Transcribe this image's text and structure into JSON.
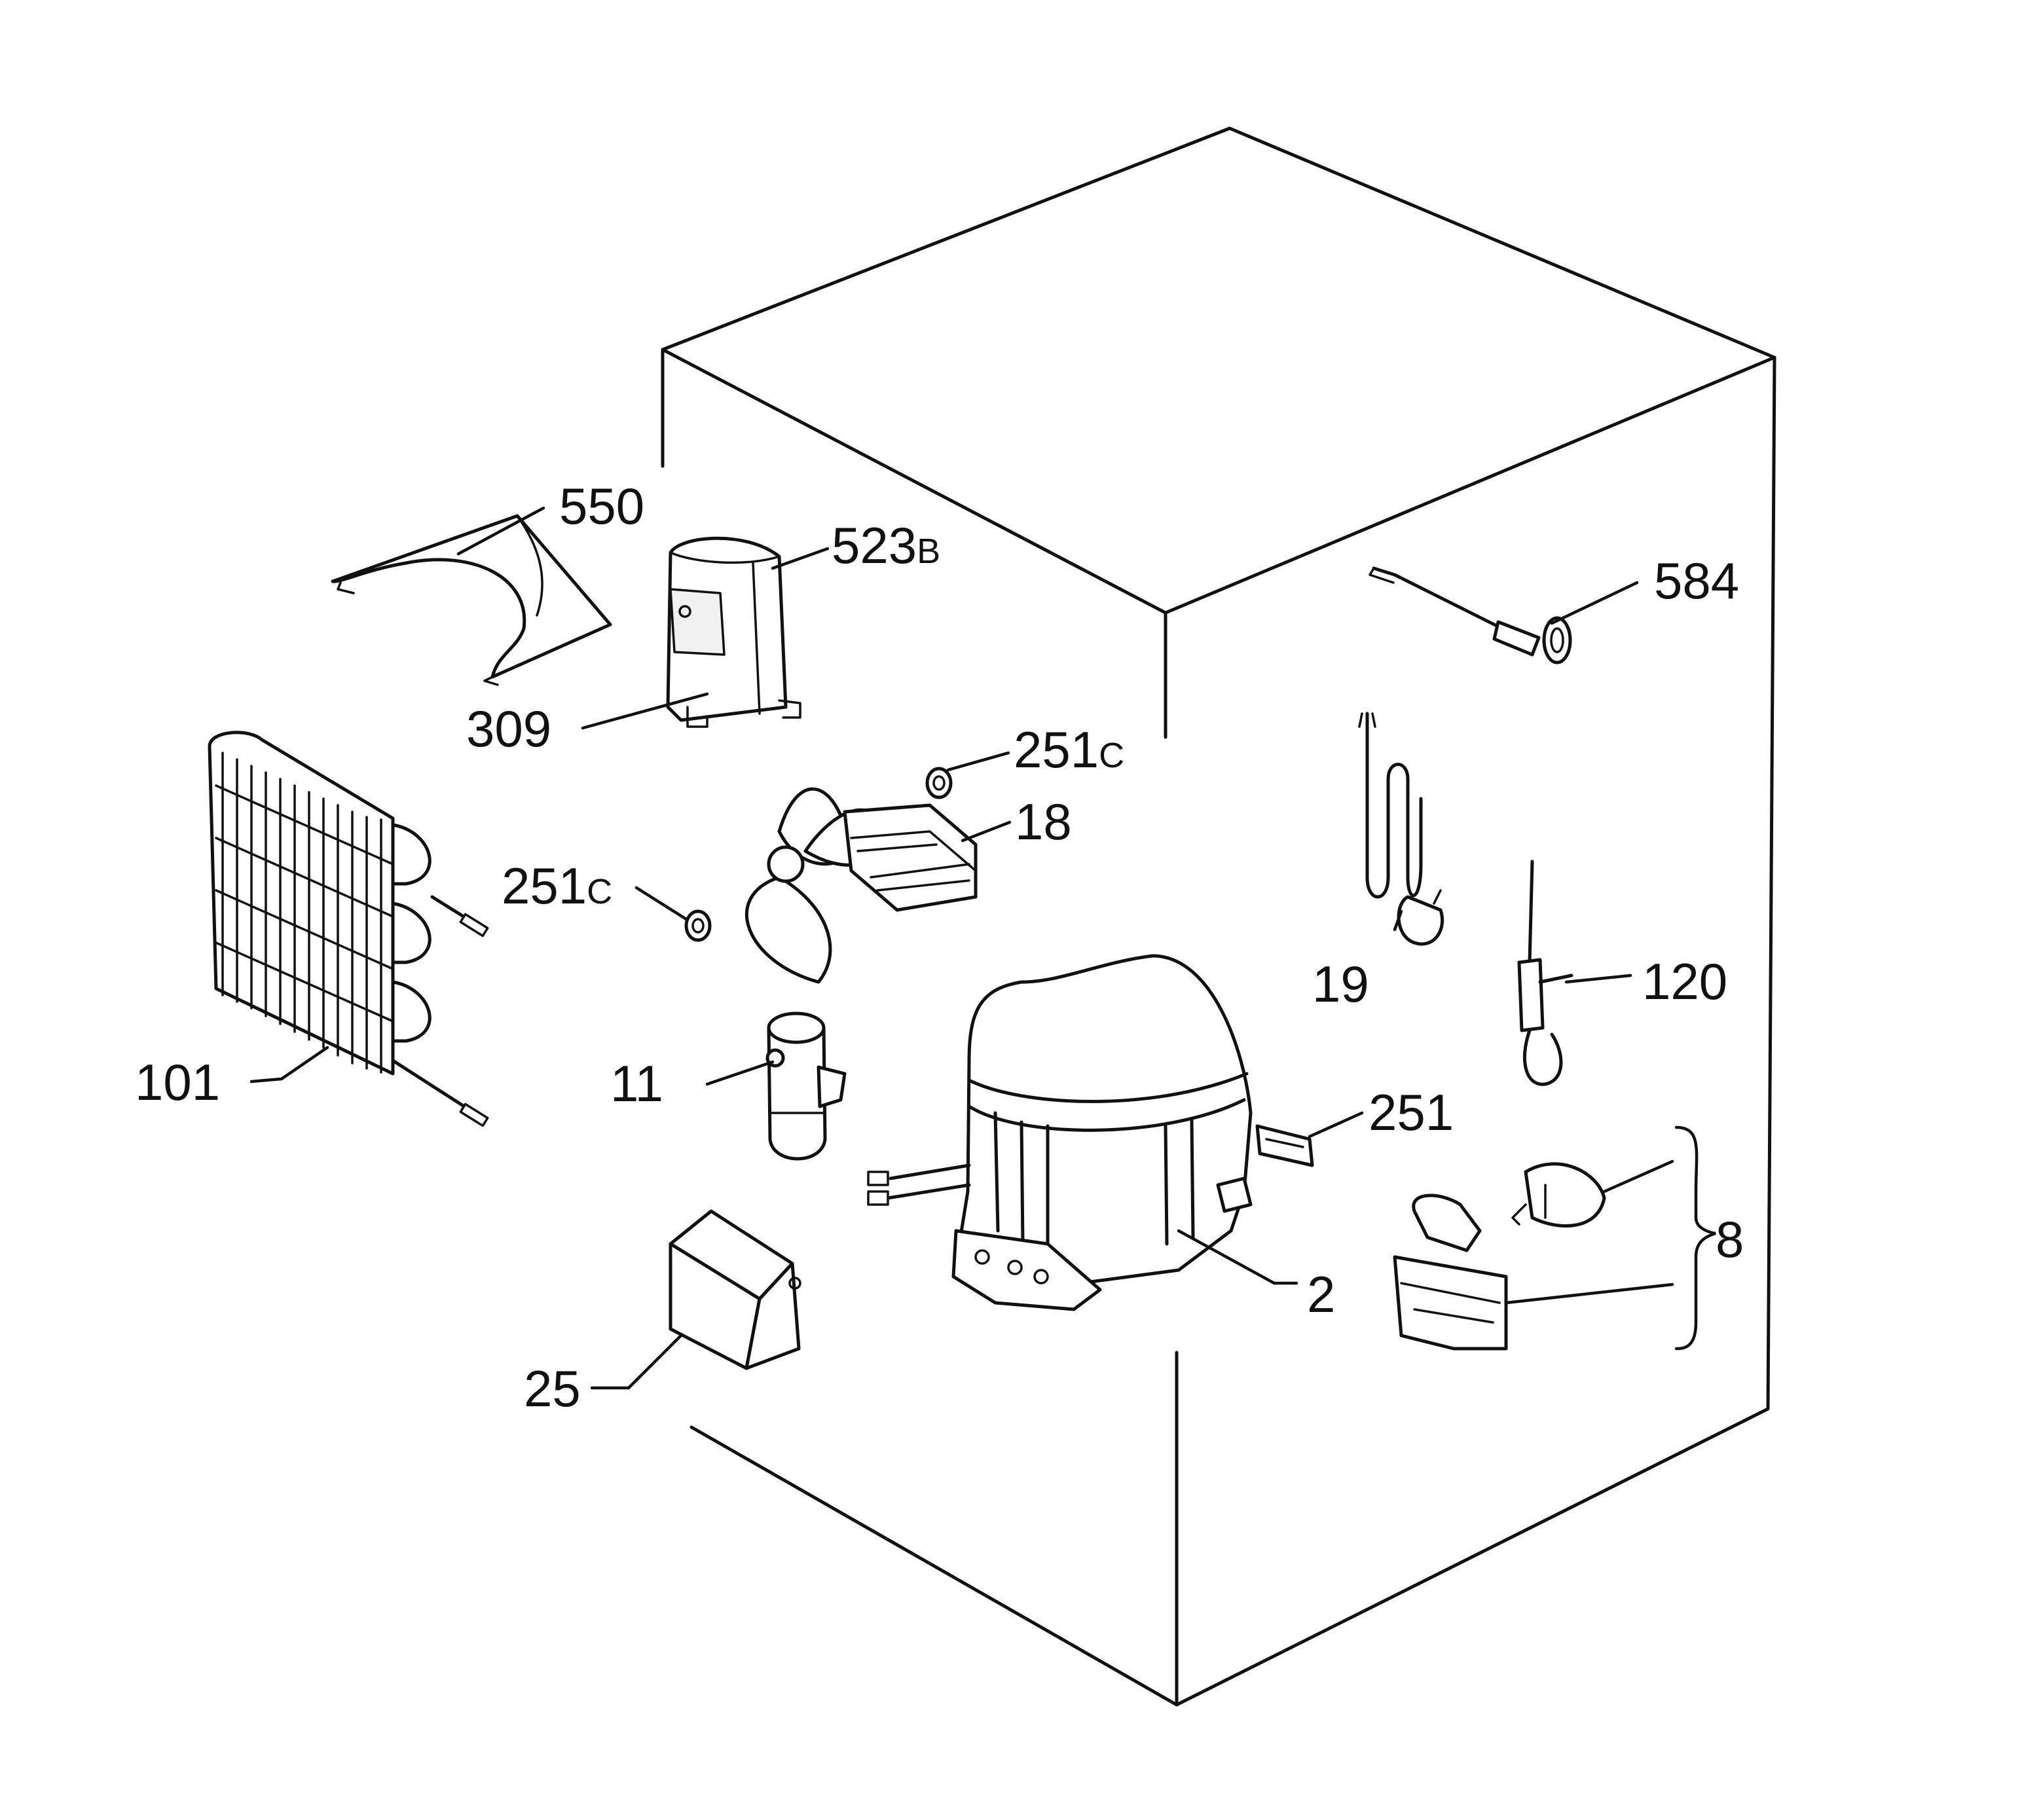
{
  "diagram": {
    "callouts": [
      {
        "id": "550",
        "text": "550",
        "sub": ""
      },
      {
        "id": "523b",
        "text": "523",
        "sub": "B"
      },
      {
        "id": "584",
        "text": "584",
        "sub": ""
      },
      {
        "id": "309",
        "text": "309",
        "sub": ""
      },
      {
        "id": "251c-top",
        "text": "251",
        "sub": "C"
      },
      {
        "id": "18",
        "text": "18",
        "sub": ""
      },
      {
        "id": "251c-mid",
        "text": "251",
        "sub": "C"
      },
      {
        "id": "19",
        "text": "19",
        "sub": ""
      },
      {
        "id": "120",
        "text": "120",
        "sub": ""
      },
      {
        "id": "101",
        "text": "101",
        "sub": ""
      },
      {
        "id": "11",
        "text": "11",
        "sub": ""
      },
      {
        "id": "251",
        "text": "251",
        "sub": ""
      },
      {
        "id": "8",
        "text": "8",
        "sub": ""
      },
      {
        "id": "2",
        "text": "2",
        "sub": ""
      },
      {
        "id": "25",
        "text": "25",
        "sub": ""
      }
    ]
  }
}
